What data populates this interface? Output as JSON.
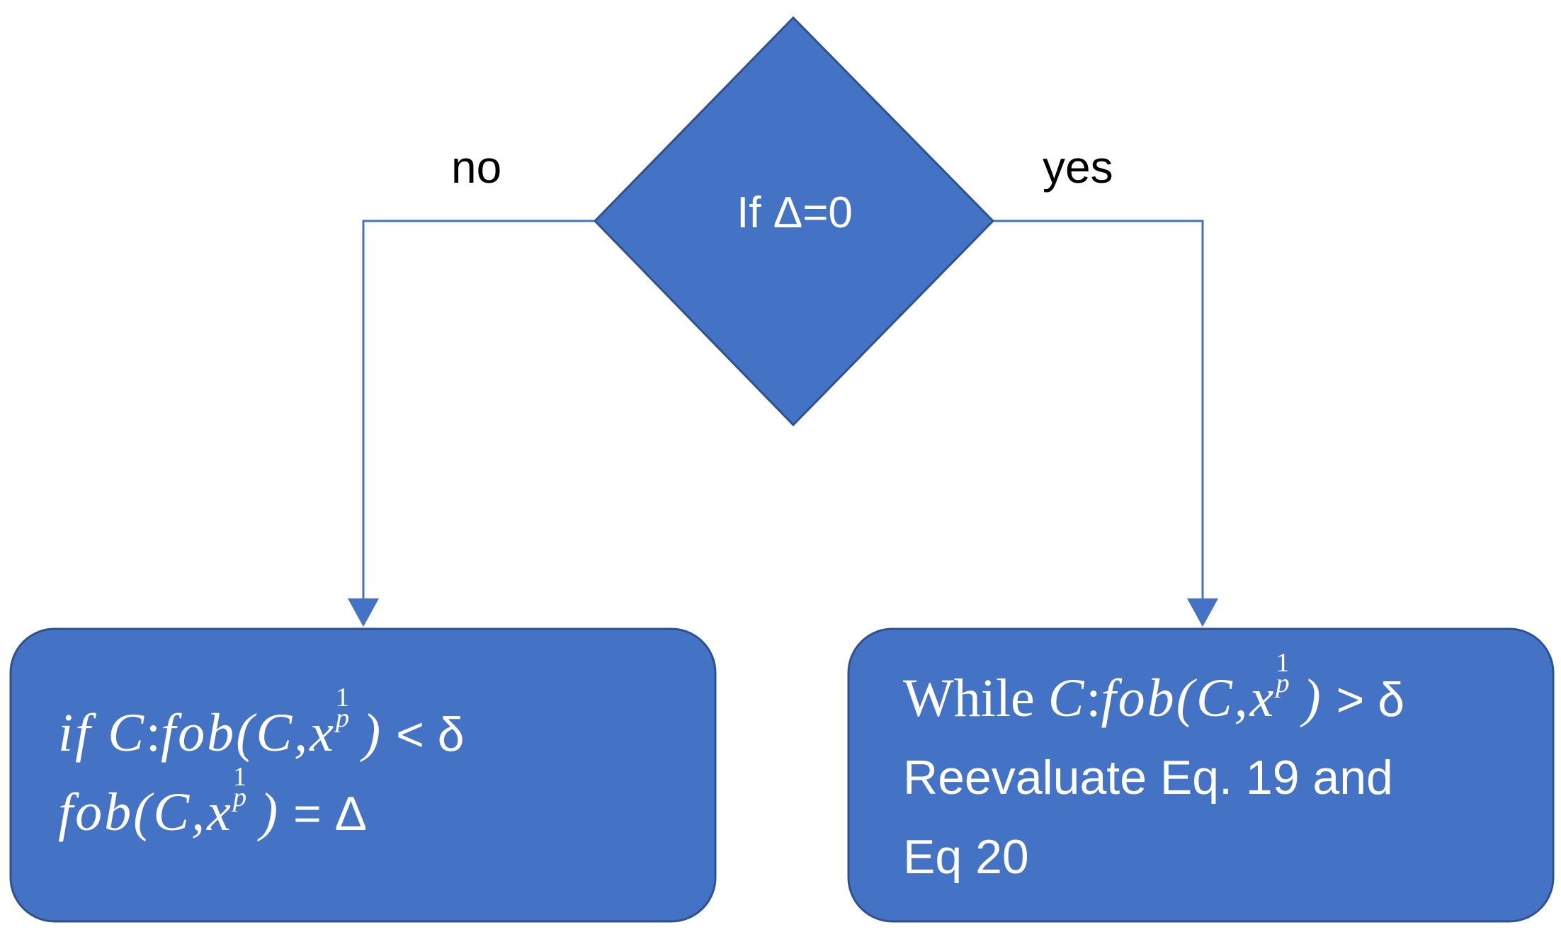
{
  "diagram": {
    "colors": {
      "fill": "#4472C4",
      "stroke": "#2F528F",
      "connector": "#4472C4",
      "text_on_shape": "#FFFFFF",
      "branch_text": "#000000"
    },
    "decision": {
      "label": "If Δ=0"
    },
    "branch_no": {
      "label": "no"
    },
    "branch_yes": {
      "label": "yes"
    },
    "left_box": {
      "line1": {
        "cond": "if C",
        "colon": ":",
        "func": "fob(C,x",
        "sup": "1",
        "sub": "p",
        "close": ")",
        "rel": " < δ"
      },
      "line2": {
        "func": "fob(C,x",
        "sup": "1",
        "sub": "p",
        "close": ")",
        "rel": " = Δ"
      }
    },
    "right_box": {
      "line1": {
        "word": "While ",
        "cond": "C",
        "colon": ":",
        "func": "fob(C,x",
        "sup": "1",
        "sub": "p",
        "close": ")",
        "rel": " > δ"
      },
      "line2": "Reevaluate Eq. 19 and",
      "line3": "Eq 20"
    }
  }
}
